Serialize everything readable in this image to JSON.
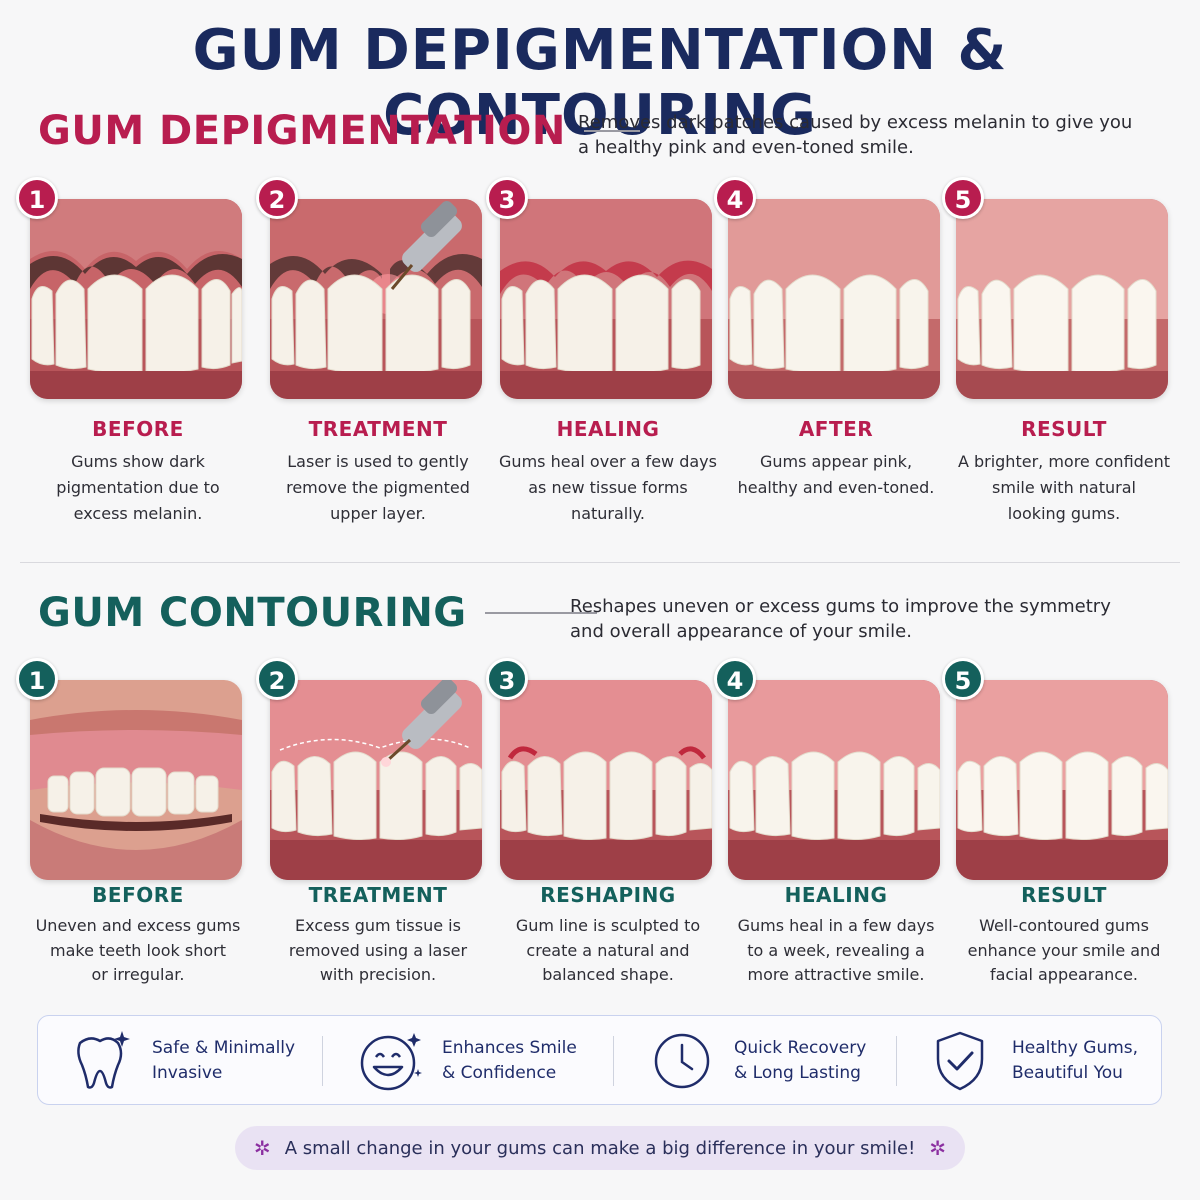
{
  "title": "GUM DEPIGMENTATION & CONTOURING",
  "depigmentation": {
    "title": "GUM DEPIGMENTATION",
    "description_lines": [
      "Removes dark patches caused by excess melanin to give you",
      "a healthy pink and even-toned smile."
    ],
    "accent_color": "#b81d4f",
    "steps": [
      {
        "number": "1",
        "label": "BEFORE",
        "lines": [
          "Gums show dark",
          "pigmentation due to",
          "excess melanin."
        ]
      },
      {
        "number": "2",
        "label": "TREATMENT",
        "lines": [
          "Laser is used to gently",
          "remove the pigmented",
          "upper layer."
        ]
      },
      {
        "number": "3",
        "label": "HEALING",
        "lines": [
          "Gums heal over a few days",
          "as new tissue forms",
          "naturally."
        ]
      },
      {
        "number": "4",
        "label": "AFTER",
        "lines": [
          "Gums appear pink,",
          "healthy and even-toned."
        ]
      },
      {
        "number": "5",
        "label": "RESULT",
        "lines": [
          "A brighter, more confident",
          "smile with natural",
          "looking gums."
        ]
      }
    ]
  },
  "contouring": {
    "title": "GUM CONTOURING",
    "description_lines": [
      "Reshapes uneven or excess gums to improve the symmetry",
      "and overall appearance of your smile."
    ],
    "accent_color": "#14605c",
    "steps": [
      {
        "number": "1",
        "label": "BEFORE",
        "lines": [
          "Uneven and excess gums",
          "make teeth look short",
          "or irregular."
        ]
      },
      {
        "number": "2",
        "label": "TREATMENT",
        "lines": [
          "Excess gum tissue is",
          "removed using a laser",
          "with precision."
        ]
      },
      {
        "number": "3",
        "label": "RESHAPING",
        "lines": [
          "Gum line is sculpted to",
          "create a natural and",
          "balanced shape."
        ]
      },
      {
        "number": "4",
        "label": "HEALING",
        "lines": [
          "Gums heal in a few days",
          "to a week, revealing a",
          "more attractive smile."
        ]
      },
      {
        "number": "5",
        "label": "RESULT",
        "lines": [
          "Well-contoured gums",
          "enhance your smile and",
          "facial appearance."
        ]
      }
    ]
  },
  "features": [
    {
      "icon": "tooth-sparkle-icon",
      "lines": [
        "Safe & Minimally",
        "Invasive"
      ]
    },
    {
      "icon": "smile-face-icon",
      "lines": [
        "Enhances Smile",
        "& Confidence"
      ]
    },
    {
      "icon": "clock-icon",
      "lines": [
        "Quick Recovery",
        "& Long Lasting"
      ]
    },
    {
      "icon": "shield-check-icon",
      "lines": [
        "Healthy Gums,",
        "Beautiful You"
      ]
    }
  ],
  "banner": {
    "text": "A small change in your gums can make a big difference in your smile!",
    "icon": "sparkle-icon"
  },
  "colors": {
    "title": "#1a2a5e",
    "pink": "#b81d4f",
    "teal": "#14605c",
    "feature_text": "#1f2c6a"
  }
}
